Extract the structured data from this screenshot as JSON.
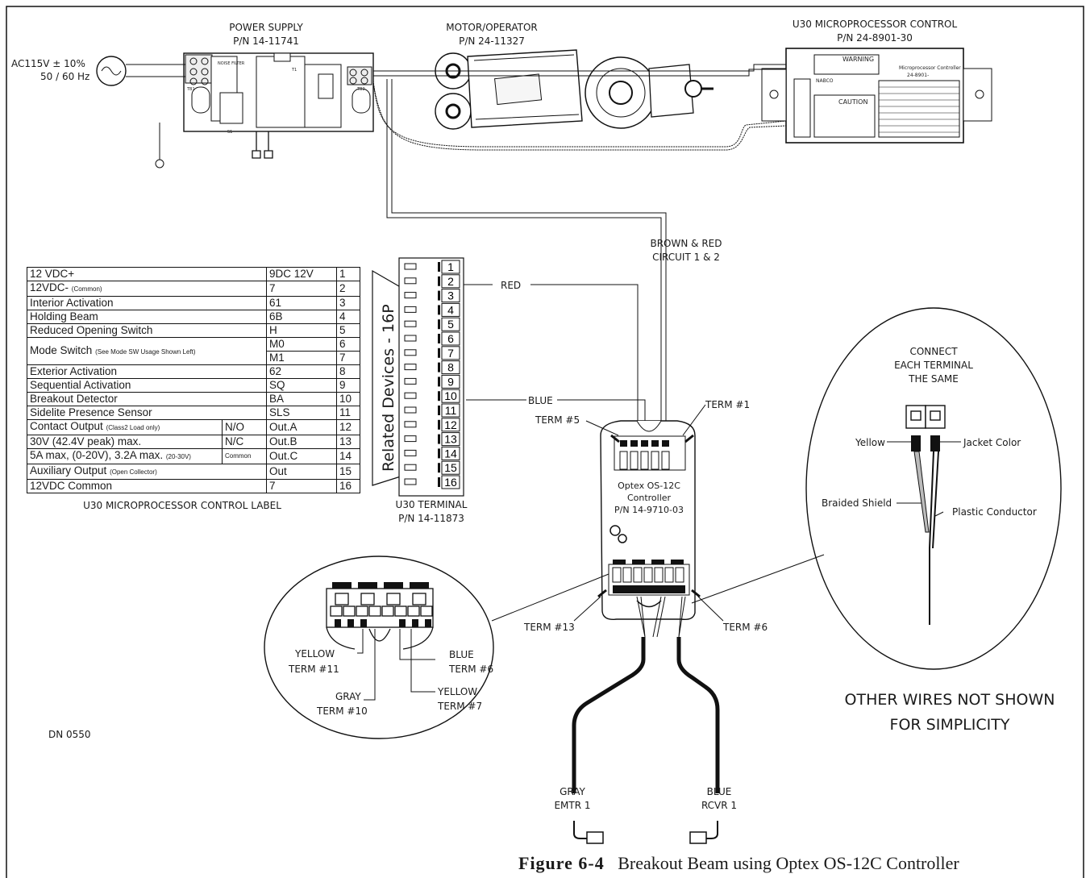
{
  "power_supply": {
    "title": "POWER SUPPLY",
    "pn": "P/N 14-11741",
    "noise_filter": "NOISE FILTER",
    "t1": "T1",
    "tb1": "TB1",
    "tb2": "TB2",
    "s1": "S1"
  },
  "ac_input": {
    "voltage": "AC115V ± 10%",
    "freq": "50 / 60 Hz"
  },
  "motor": {
    "title": "MOTOR/OPERATOR",
    "pn": "P/N 24-11327"
  },
  "u30_control": {
    "title": "U30 MICROPROCESSOR CONTROL",
    "pn": "P/N 24-8901-30",
    "warning": "WARNING",
    "caution": "CAUTION",
    "subtitle": "Microprocessor Controller",
    "model": "24-8901-",
    "brand": "NABCO"
  },
  "circuit_label": {
    "line1": "BROWN & RED",
    "line2": "CIRCUIT 1 & 2"
  },
  "wire_labels": {
    "red": "RED",
    "blue": "BLUE"
  },
  "term_labels": {
    "t1": "TERM #1",
    "t5": "TERM #5",
    "t13": "TERM #13",
    "t6": "TERM #6"
  },
  "terminal_block": {
    "numbers": [
      "1",
      "2",
      "3",
      "4",
      "5",
      "6",
      "7",
      "8",
      "9",
      "10",
      "11",
      "12",
      "13",
      "14",
      "15",
      "16"
    ],
    "related": "Related Devices - 16P",
    "caption1": "U30 TERMINAL",
    "caption2": "P/N 14-11873"
  },
  "u30_label_table": {
    "caption": "U30 MICROPROCESSOR CONTROL LABEL",
    "rows": [
      {
        "name": "12 VDC+",
        "code": "9DC 12V",
        "num": "1"
      },
      {
        "name": "12VDC-",
        "note": "(Common)",
        "code": "7",
        "num": "2"
      },
      {
        "name": "Interior Activation",
        "code": "61",
        "num": "3"
      },
      {
        "name": "Holding Beam",
        "code": "6B",
        "num": "4"
      },
      {
        "name": "Reduced Opening Switch",
        "code": "H",
        "num": "5"
      },
      {
        "name": "Mode Switch",
        "note": "(See Mode SW Usage Shown Left)",
        "codes": [
          "M0",
          "M1"
        ],
        "nums": [
          "6",
          "7"
        ]
      },
      {
        "name": "Exterior Activation",
        "code": "62",
        "num": "8"
      },
      {
        "name": "Sequential Activation",
        "code": "SQ",
        "num": "9"
      },
      {
        "name": "Breakout Detector",
        "code": "BA",
        "num": "10"
      },
      {
        "name": "Sidelite Presence Sensor",
        "code": "SLS",
        "num": "11"
      },
      {
        "name1": "Contact Output",
        "note1": "(Class2 Load only)",
        "name2": "30V (42.4V peak) max.",
        "name3": "5A max, (0-20V), 3.2A max.",
        "note3": "(20-30V)",
        "subs": [
          "N/O",
          "N/C",
          "Common"
        ],
        "codes": [
          "Out.A",
          "Out.B",
          "Out.C"
        ],
        "nums": [
          "12",
          "13",
          "14"
        ]
      },
      {
        "name": "Auxiliary Output",
        "note": "(Open Collector)",
        "code": "Out",
        "num": "15"
      },
      {
        "name": "12VDC Common",
        "code": "7",
        "num": "16"
      }
    ]
  },
  "optex": {
    "name": "Optex OS-12C",
    "sub": "Controller",
    "pn": "P/N 14-9710-03"
  },
  "detail_left": {
    "yellow11": "YELLOW",
    "term11": "TERM #11",
    "gray10": "GRAY",
    "term10": "TERM #10",
    "blue6": "BLUE",
    "term6": "TERM #6",
    "yellow7": "YELLOW",
    "term7": "TERM #7"
  },
  "detail_right": {
    "l1": "CONNECT",
    "l2": "EACH TERMINAL",
    "l3": "THE SAME",
    "yellow": "Yellow",
    "jacket": "Jacket Color",
    "braided": "Braided Shield",
    "plastic": "Plastic Conductor"
  },
  "cables": {
    "gray": "GRAY",
    "emtr": "EMTR 1",
    "blue": "BLUE",
    "rcvr": "RCVR 1"
  },
  "note": {
    "line1": "OTHER WIRES NOT SHOWN",
    "line2": "FOR SIMPLICITY"
  },
  "dn": "DN 0550",
  "figure": {
    "number": "Figure  6-4",
    "title": "Breakout Beam using Optex OS-12C Controller"
  }
}
